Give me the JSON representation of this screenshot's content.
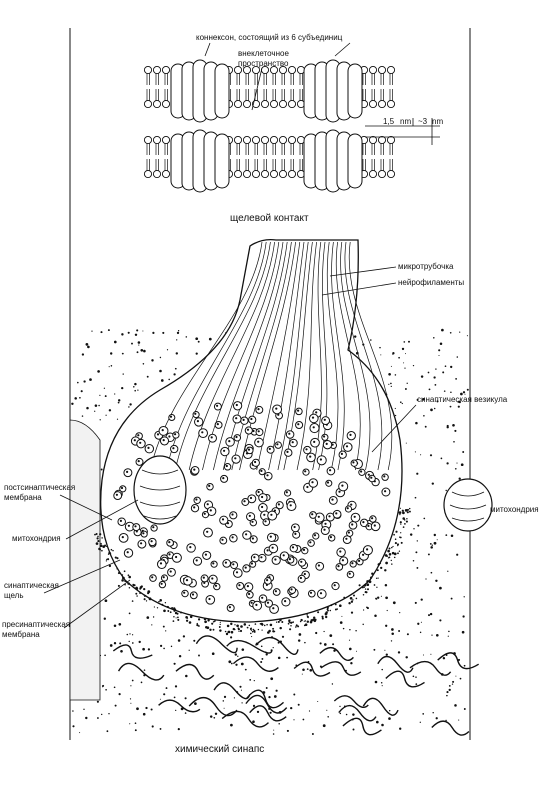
{
  "gap_junction": {
    "connexon_label": "коннексон, состоящий из 6 субъединиц",
    "extracellular_label_line1": "внеклеточное",
    "extracellular_label_line2": "пространство",
    "dim_small": "1,5",
    "dim_small_unit": "nm",
    "dim_large": "~3",
    "dim_large_unit": "nm",
    "caption": "щелевой контакт"
  },
  "chemical_synapse": {
    "microtubule_label": "микротрубочка",
    "neurofilament_label": "нейрофиламенты",
    "vesicle_label": "синаптическая везикула",
    "postsyn_line1": "постсинаптическая",
    "postsyn_line2": "мембрана",
    "mito_left_label": "митохондрия",
    "mito_right_label": "митохондрия",
    "cleft_line1": "синаптическая",
    "cleft_line2": "щель",
    "presyn_line1": "пресинаптическая",
    "presyn_line2": "мембрана",
    "caption": "химический синапс"
  },
  "colors": {
    "ink": "#111111",
    "paper": "#ffffff"
  }
}
